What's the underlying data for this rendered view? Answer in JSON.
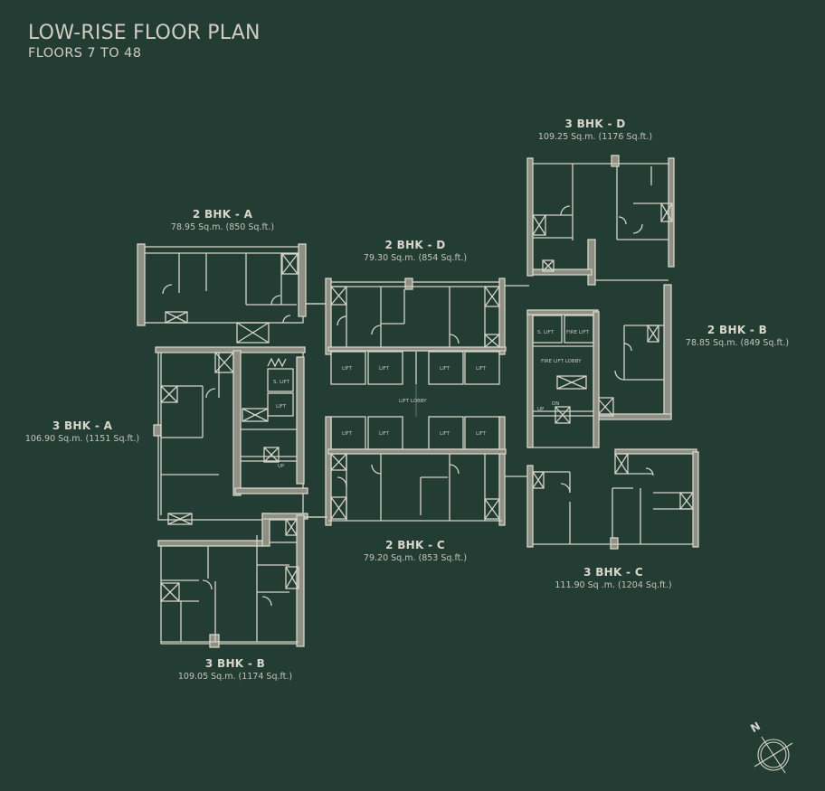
{
  "header": {
    "title": "LOW-RISE FLOOR PLAN",
    "subtitle": "FLOORS 7 TO 48"
  },
  "units": [
    {
      "id": "2bhk-a",
      "name": "2 BHK - A",
      "area": "78.95 Sq.m. (850 Sq.ft.)"
    },
    {
      "id": "2bhk-d",
      "name": "2 BHK - D",
      "area": "79.30 Sq.m. (854 Sq.ft.)"
    },
    {
      "id": "3bhk-d",
      "name": "3 BHK - D",
      "area": "109.25 Sq.m. (1176 Sq.ft.)"
    },
    {
      "id": "2bhk-b",
      "name": "2 BHK - B",
      "area": "78.85 Sq.m. (849 Sq.ft.)"
    },
    {
      "id": "3bhk-a",
      "name": "3 BHK - A",
      "area": "106.90 Sq.m. (1151 Sq.ft.)"
    },
    {
      "id": "2bhk-c",
      "name": "2 BHK - C",
      "area": "79.20 Sq.m. (853 Sq.ft.)"
    },
    {
      "id": "3bhk-c",
      "name": "3 BHK - C",
      "area": "111.90 Sq .m. (1204 Sq.ft.)"
    },
    {
      "id": "3bhk-b",
      "name": "3 BHK - B",
      "area": "109.05 Sq.m. (1174 Sq.ft.)"
    }
  ],
  "core_labels": {
    "lift": "LIFT",
    "service_lift": "S. LIFT",
    "fire_lift": "FIRE LIFT",
    "fire_lift_lobby": "FIRE LIFT LOBBY",
    "lift_lobby": "LIFT LOBBY",
    "up": "UP",
    "down": "DN"
  },
  "compass": {
    "label": "N",
    "icon": "north-compass-icon"
  },
  "colors": {
    "background": "#233d35",
    "wall": "#8e8f85",
    "line": "#d6d4c8",
    "text": "#d6d4c8"
  }
}
